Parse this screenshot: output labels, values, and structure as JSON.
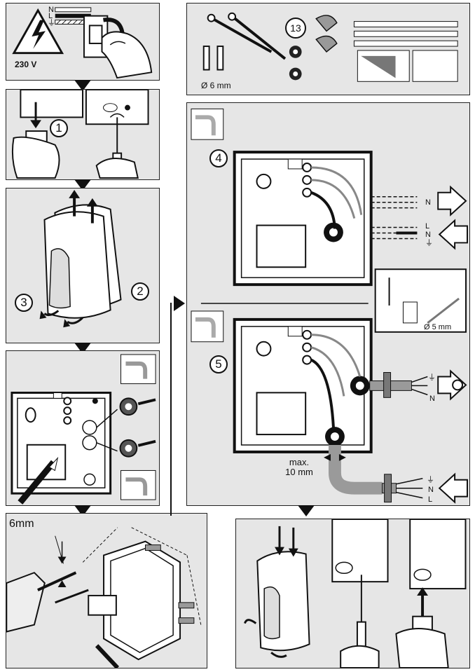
{
  "voltage_label": "230 V",
  "parts_panel": {
    "hole_diameter": "Ø 6 mm",
    "part_number": "13"
  },
  "steps": {
    "remove_cap": "1",
    "side_cover": "2",
    "front_cover": "3",
    "wiring_top": "4",
    "wiring_bottom": "5"
  },
  "drill_label": "6mm",
  "cable_max_label": "max.\n10 mm",
  "wire_diameter": "Ø 5 mm",
  "terminal_symbols": {
    "n": "N",
    "l": "L",
    "earth": "⏚"
  },
  "colors": {
    "panel_bg": "#e6e6e6",
    "line": "#111111",
    "cable_grey": "#9a9a9a"
  },
  "icons": [
    "high-voltage-icon",
    "light-bulb-icon",
    "arrow-right-icon",
    "arrow-left-icon",
    "screwdriver-icon",
    "drill-icon",
    "pencil-icon",
    "screw-icon",
    "dowel-icon",
    "grommet-icon"
  ]
}
